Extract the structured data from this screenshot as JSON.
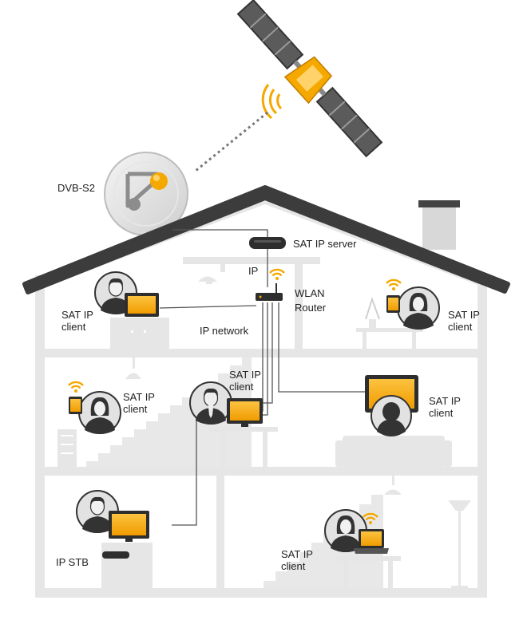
{
  "labels": {
    "dvb": "DVB-S2",
    "sat_ip_server": "SAT IP server",
    "ip": "IP",
    "wlan_router_line1": "WLAN",
    "wlan_router_line2": "Router",
    "ip_network": "IP network",
    "ip_stb": "IP STB",
    "client_line1": "SAT IP",
    "client_line2": "client"
  },
  "colors": {
    "accent": "#f5a800",
    "screen": "#f7b11a",
    "roof": "#3c3c3c",
    "wall": "#e6e6e6",
    "person": "#333333",
    "bubble": "#dcdcdc"
  }
}
